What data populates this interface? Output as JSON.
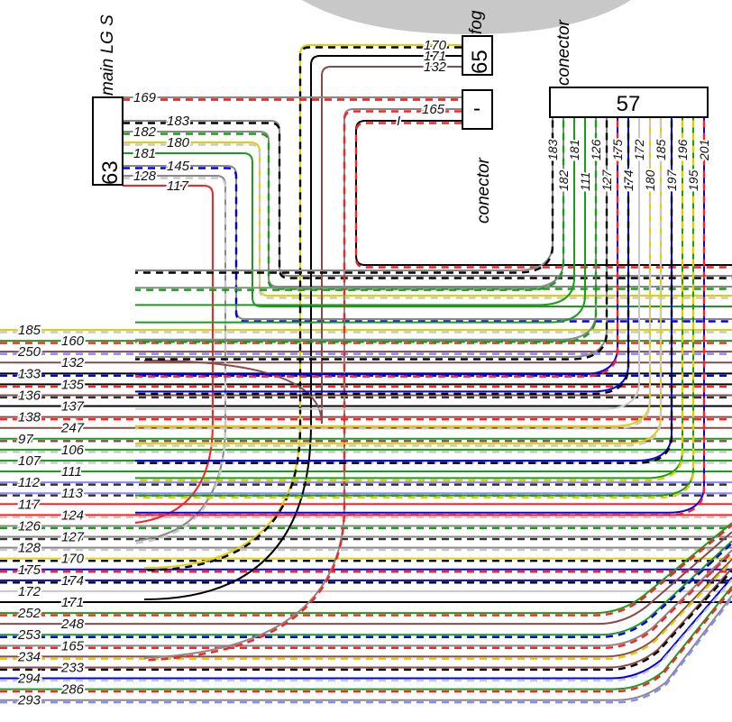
{
  "colors": {
    "red": "#ff2020",
    "black": "#000000",
    "darkgray": "#333333",
    "gray": "#888888",
    "lightgray": "#c8c8c8",
    "green": "#1a9e1a",
    "yellow": "#e0d000",
    "blue": "#0000ee",
    "lightblue": "#8888ff",
    "brown": "#8a4a4a",
    "background_blob": "#c8c8c8"
  },
  "connectors": {
    "c63": {
      "number": "63",
      "caption": "main LG S"
    },
    "c65": {
      "number": "65",
      "caption": "fog"
    },
    "cdash": {
      "number": "-",
      "caption": "conector"
    },
    "c57": {
      "number": "57",
      "caption": "conector"
    }
  },
  "connector63_pins": [
    {
      "label": "169",
      "solid": "gray",
      "dash": "red"
    },
    {
      "label": "183",
      "solid": "gray",
      "dash": "black"
    },
    {
      "label": "182",
      "solid": "gray",
      "dash": "green"
    },
    {
      "label": "180",
      "solid": "yellow",
      "dash": "lightgray"
    },
    {
      "label": "181",
      "solid": "green",
      "dash": null
    },
    {
      "label": "145",
      "solid": "gray",
      "dash": "blue"
    },
    {
      "label": "128",
      "solid": "gray",
      "dash": "lightgray"
    },
    {
      "label": "117",
      "solid": "red",
      "dash": null
    }
  ],
  "connector65_pins": [
    {
      "label": "170",
      "solid": "yellow",
      "dash": "black"
    },
    {
      "label": "171",
      "solid": "black",
      "dash": null
    },
    {
      "label": "132",
      "solid": "brown",
      "dash": null
    }
  ],
  "connector_dash_pins": [
    {
      "label": "169",
      "solid": "gray",
      "dash": "red"
    },
    {
      "label": "165",
      "solid": "gray",
      "dash": "red"
    },
    {
      "label": "I",
      "solid": "black",
      "dash": "red"
    }
  ],
  "connector57_pins_top": [
    {
      "label": "183",
      "solid": "gray",
      "dash": "black"
    },
    {
      "label": "181",
      "solid": "green",
      "dash": null
    },
    {
      "label": "126",
      "solid": "gray",
      "dash": "green"
    },
    {
      "label": "175",
      "solid": "blue",
      "dash": "red"
    },
    {
      "label": "172",
      "solid": "lightgray",
      "dash": null
    },
    {
      "label": "185",
      "solid": "yellow",
      "dash": "lightgray"
    },
    {
      "label": "196",
      "solid": "green",
      "dash": "yellow"
    },
    {
      "label": "201",
      "solid": "blue",
      "dash": "red"
    }
  ],
  "connector57_pins_bottom": [
    {
      "label": "182",
      "solid": "gray",
      "dash": "green"
    },
    {
      "label": "111",
      "solid": "green",
      "dash": null
    },
    {
      "label": "127",
      "solid": "gray",
      "dash": "black"
    },
    {
      "label": "174",
      "solid": "blue",
      "dash": "black"
    },
    {
      "label": "180",
      "solid": "yellow",
      "dash": "lightgray"
    },
    {
      "label": "197",
      "solid": "blue",
      "dash": "black"
    },
    {
      "label": "195",
      "solid": "green",
      "dash": "yellow"
    }
  ],
  "bus_wires": [
    {
      "label": "185",
      "solid": "yellow",
      "dash": "lightgray",
      "col": 0
    },
    {
      "label": "160",
      "solid": "green",
      "dash": "red",
      "col": 1
    },
    {
      "label": "250",
      "solid": "brown",
      "dash": "lightblue",
      "col": 0
    },
    {
      "label": "132",
      "solid": "brown",
      "dash": null,
      "col": 1
    },
    {
      "label": "133",
      "solid": "black",
      "dash": "blue",
      "col": 0
    },
    {
      "label": "135",
      "solid": "black",
      "dash": "red",
      "col": 1
    },
    {
      "label": "136",
      "solid": "brown",
      "dash": "darkgray",
      "col": 0
    },
    {
      "label": "137",
      "solid": "black",
      "dash": null,
      "col": 1
    },
    {
      "label": "138",
      "solid": "brown",
      "dash": "red",
      "col": 0
    },
    {
      "label": "247",
      "solid": "brown",
      "dash": null,
      "col": 1
    },
    {
      "label": "97",
      "solid": "green",
      "dash": "brown",
      "col": 0
    },
    {
      "label": "106",
      "solid": "green",
      "dash": "lightgray",
      "col": 1
    },
    {
      "label": "107",
      "solid": "green",
      "dash": "lightgray",
      "col": 0
    },
    {
      "label": "111",
      "solid": "green",
      "dash": null,
      "col": 1
    },
    {
      "label": "112",
      "solid": "lightblue",
      "dash": "darkgray",
      "col": 0
    },
    {
      "label": "113",
      "solid": "lightblue",
      "dash": "darkgray",
      "col": 1
    },
    {
      "label": "117",
      "solid": "red",
      "dash": null,
      "col": 0
    },
    {
      "label": "124",
      "solid": "red",
      "dash": "lightgray",
      "col": 1
    },
    {
      "label": "126",
      "solid": "gray",
      "dash": "green",
      "col": 0
    },
    {
      "label": "127",
      "solid": "gray",
      "dash": "darkgray",
      "col": 1
    },
    {
      "label": "128",
      "solid": "gray",
      "dash": "lightgray",
      "col": 0
    },
    {
      "label": "170",
      "solid": "yellow",
      "dash": "black",
      "col": 1
    },
    {
      "label": "175",
      "solid": "blue",
      "dash": "red",
      "col": 0
    },
    {
      "label": "174",
      "solid": "blue",
      "dash": "black",
      "col": 1
    },
    {
      "label": "172",
      "solid": "lightgray",
      "dash": null,
      "col": 0
    },
    {
      "label": "171",
      "solid": "black",
      "dash": null,
      "col": 1
    },
    {
      "label": "252",
      "solid": "green",
      "dash": "red",
      "col": 0
    },
    {
      "label": "248",
      "solid": "brown",
      "dash": null,
      "col": 1
    },
    {
      "label": "253",
      "solid": "green",
      "dash": "blue",
      "col": 0
    },
    {
      "label": "165",
      "solid": "gray",
      "dash": "red",
      "col": 1
    },
    {
      "label": "234",
      "solid": "brown",
      "dash": "yellow",
      "col": 0
    },
    {
      "label": "233",
      "solid": "brown",
      "dash": "black",
      "col": 1
    },
    {
      "label": "294",
      "solid": "blue",
      "dash": "lightgray",
      "col": 0
    },
    {
      "label": "286",
      "solid": "green",
      "dash": "red",
      "col": 1
    },
    {
      "label": "293",
      "solid": "gray",
      "dash": "lightblue",
      "col": 0
    }
  ]
}
